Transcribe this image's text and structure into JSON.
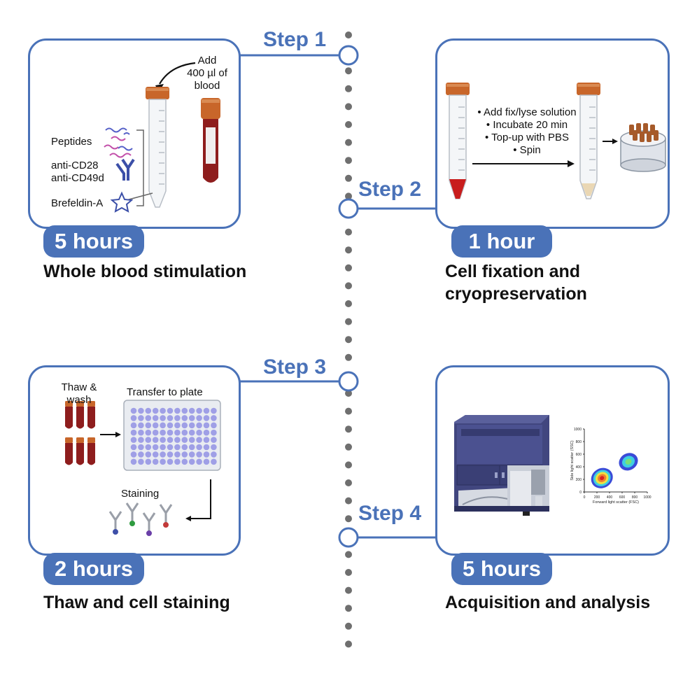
{
  "steps": [
    {
      "label": "Step 1",
      "duration": "5 hours",
      "caption": "Whole blood stimulation"
    },
    {
      "label": "Step 2",
      "duration": "1 hour",
      "caption_lines": [
        "Cell fixation and",
        "cryopreservation"
      ]
    },
    {
      "label": "Step 3",
      "duration": "2 hours",
      "caption": "Thaw and cell staining"
    },
    {
      "label": "Step 4",
      "duration": "5 hours",
      "caption": "Acquisition and analysis"
    }
  ],
  "step1": {
    "add_blood_lines": [
      "Add",
      "400 µl of",
      "blood"
    ],
    "reagents": [
      "Peptides",
      "anti-CD28",
      "anti-CD49d",
      "Brefeldin-A"
    ]
  },
  "step2": {
    "instructions": [
      "• Add fix/lyse solution",
      "• Incubate 20 min",
      "• Top-up with PBS",
      "• Spin"
    ]
  },
  "step3": {
    "thaw_lines": [
      "Thaw &",
      "wash"
    ],
    "transfer": "Transfer to plate",
    "staining": "Staining"
  },
  "step4": {
    "plot": {
      "xlabel": "Forward light scatter (FSC)",
      "ylabel": "Side light scatter (SSC)",
      "xticks": [
        "0",
        "200",
        "400",
        "600",
        "800",
        "1000"
      ],
      "yticks": [
        "0",
        "200",
        "400",
        "600",
        "800",
        "1000"
      ]
    }
  },
  "colors": {
    "accent": "#4a72b8",
    "blood": "#8e1d1d",
    "cap": "#c8662a",
    "well": "#9f9fe6"
  }
}
